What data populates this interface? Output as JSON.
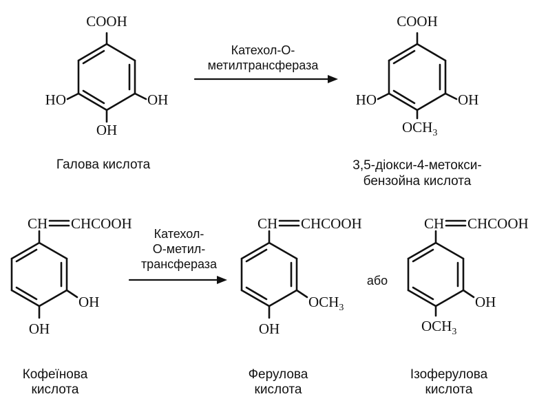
{
  "reaction1": {
    "substrate": {
      "top_group": "COOH",
      "left_group": "HO",
      "right_group": "OH",
      "bottom_group": "OH",
      "name": "Галова кислота"
    },
    "enzyme_lines": [
      "Катехол-О-",
      "метилтрансфераза"
    ],
    "product": {
      "top_group": "COOH",
      "left_group": "HO",
      "right_group": "OH",
      "bottom_group_main": "OCH",
      "bottom_group_sub": "3",
      "name_lines": [
        "3,5-діокси-4-метокси-",
        "бензойна кислота"
      ]
    }
  },
  "reaction2": {
    "substrate": {
      "chain_left": "CH",
      "chain_right": "CHCOOH",
      "right_group": "OH",
      "bottom_group": "OH",
      "name_lines": [
        "Кофеїнова",
        "кислота"
      ]
    },
    "enzyme_lines": [
      "Катехол-",
      "О-метил-",
      "трансфераза"
    ],
    "product1": {
      "chain_left": "CH",
      "chain_right": "CHCOOH",
      "right_group_main": "OCH",
      "right_group_sub": "3",
      "bottom_group": "OH",
      "name_lines": [
        "Ферулова",
        "кислота"
      ]
    },
    "connector": "або",
    "product2": {
      "chain_left": "CH",
      "chain_right": "CHCOOH",
      "right_group": "OH",
      "bottom_group_main": "OCH",
      "bottom_group_sub": "3",
      "name_lines": [
        "Ізоферулова",
        "кислота"
      ]
    }
  }
}
